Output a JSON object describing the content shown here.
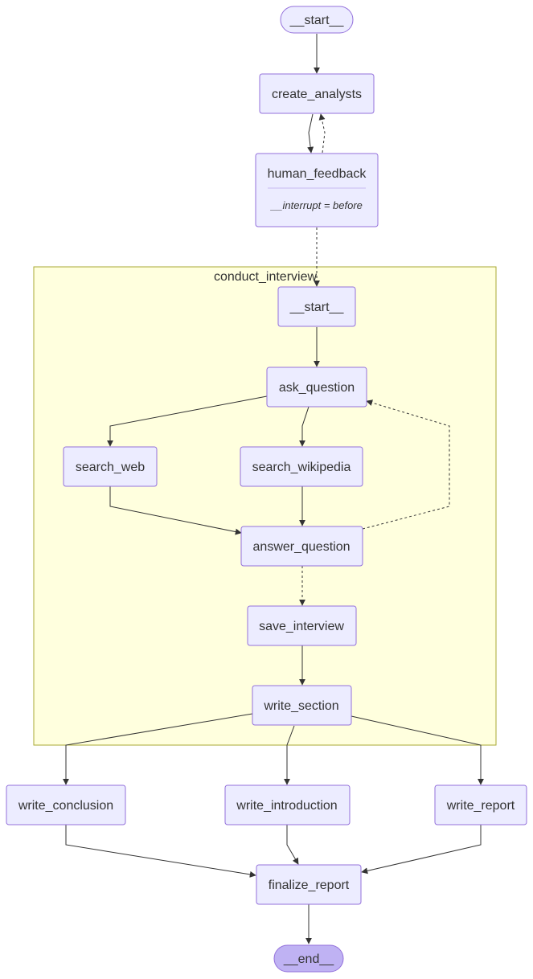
{
  "diagram": {
    "cluster": {
      "label": "conduct_interview"
    },
    "nodes": {
      "start": "__start__",
      "create_analysts": "create_analysts",
      "human_feedback": "human_feedback",
      "human_feedback_note": "__interrupt = before",
      "inner_start": "__start__",
      "ask_question": "ask_question",
      "search_web": "search_web",
      "search_wikipedia": "search_wikipedia",
      "answer_question": "answer_question",
      "save_interview": "save_interview",
      "write_section": "write_section",
      "write_conclusion": "write_conclusion",
      "write_introduction": "write_introduction",
      "write_report": "write_report",
      "finalize_report": "finalize_report",
      "end": "__end__"
    },
    "edges": [
      {
        "from": "__start__",
        "to": "create_analysts",
        "style": "solid"
      },
      {
        "from": "create_analysts",
        "to": "human_feedback",
        "style": "solid"
      },
      {
        "from": "human_feedback",
        "to": "create_analysts",
        "style": "dashed"
      },
      {
        "from": "human_feedback",
        "to": "conduct_interview",
        "style": "dashed"
      },
      {
        "from": "__start__",
        "to": "ask_question",
        "style": "solid"
      },
      {
        "from": "ask_question",
        "to": "search_web",
        "style": "solid"
      },
      {
        "from": "ask_question",
        "to": "search_wikipedia",
        "style": "solid"
      },
      {
        "from": "search_web",
        "to": "answer_question",
        "style": "solid"
      },
      {
        "from": "search_wikipedia",
        "to": "answer_question",
        "style": "solid"
      },
      {
        "from": "answer_question",
        "to": "ask_question",
        "style": "dashed"
      },
      {
        "from": "answer_question",
        "to": "save_interview",
        "style": "dashed"
      },
      {
        "from": "save_interview",
        "to": "write_section",
        "style": "solid"
      },
      {
        "from": "conduct_interview",
        "to": "write_conclusion",
        "style": "solid"
      },
      {
        "from": "conduct_interview",
        "to": "write_introduction",
        "style": "solid"
      },
      {
        "from": "conduct_interview",
        "to": "write_report",
        "style": "solid"
      },
      {
        "from": "write_conclusion",
        "to": "finalize_report",
        "style": "solid"
      },
      {
        "from": "write_introduction",
        "to": "finalize_report",
        "style": "solid"
      },
      {
        "from": "write_report",
        "to": "finalize_report",
        "style": "solid"
      },
      {
        "from": "finalize_report",
        "to": "__end__",
        "style": "solid"
      }
    ]
  }
}
